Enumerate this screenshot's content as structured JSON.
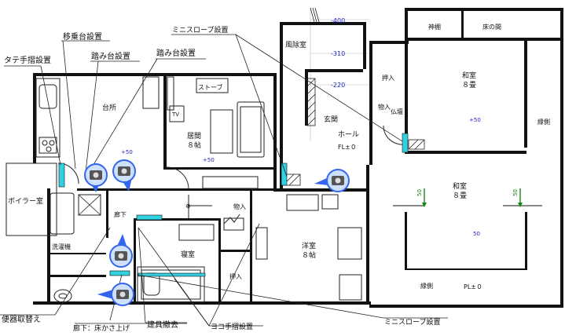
{
  "rooms": {
    "kitchen": "台所",
    "living": "居間\n８帖",
    "stove": "ストーブ",
    "tv": "TV",
    "windbreak": "風除室",
    "entrance": "玄関",
    "hall": "ホール",
    "hall_fl": "FL±０",
    "oshiire_top": "押入",
    "mono": "物入",
    "butsudan": "仏壇",
    "kamidana": "神棚",
    "tokonoma": "床の間",
    "washitsu1": "和室\n８畳",
    "washitsu2": "和室\n８畳",
    "engawa_right": "縁側",
    "engawa_bottom": "縁側",
    "boiler": "ボイラー室",
    "senmenjo": "洗濯機",
    "rouka": "廊下",
    "shinshitsu": "寝室",
    "yoshitsu": "洋室\n８帖",
    "oshiire_mid": "押入",
    "mono_mid": "物入",
    "toilet_mark": "⊕"
  },
  "levels": {
    "m400": "-400",
    "m310": "-310",
    "m220": "-220",
    "p50_living": "+50",
    "p50_kitchen": "+50",
    "p50_washitsu": "+50",
    "v50": "50",
    "s50a": "50",
    "s50b": "50",
    "pl": "PL±０"
  },
  "annotations": {
    "tate_tesuri": "タテ手摺設置",
    "ijou_dai": "移乗台設置",
    "fumidai1": "踏み台設置",
    "fumidai2": "踏み台設置",
    "mini_slope_top": "ミニスロープ設置",
    "mini_slope_bottom": "ミニスロープ設置",
    "benki": "便器取替え",
    "rouka_yuka": "廊下：床かさ上げ",
    "tategu": "建具撤去",
    "yoko_tesuri": "ヨコ手摺設置"
  },
  "camera_icon": "camera-icon"
}
